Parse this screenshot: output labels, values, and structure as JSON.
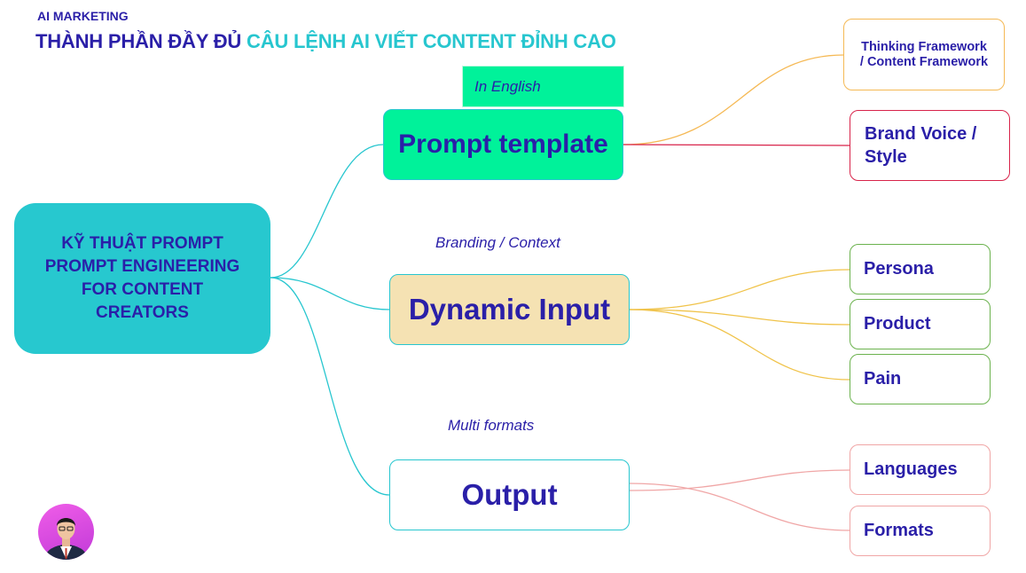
{
  "header": {
    "eyebrow": "AI MARKETING",
    "title_part1": "THÀNH PHẦN ĐẦY ĐỦ",
    "title_part2": "CÂU LỆNH AI VIẾT CONTENT ĐỈNH CAO"
  },
  "root": {
    "lines": [
      "KỸ THUẬT PROMPT",
      "PROMPT ENGINEERING",
      "FOR CONTENT",
      "CREATORS"
    ]
  },
  "branches": {
    "prompt": {
      "label": "Prompt template",
      "tag": "In English"
    },
    "dynamic": {
      "label": "Dynamic Input",
      "note": "Branding / Context"
    },
    "output": {
      "label": "Output",
      "note": "Multi formats"
    }
  },
  "leaves": {
    "thinking": [
      "Thinking Framework",
      "/ Content Framework"
    ],
    "brand": [
      "Brand Voice /",
      "Style"
    ],
    "persona": "Persona",
    "product": "Product",
    "pain": "Pain",
    "languages": "Languages",
    "formats": "Formats"
  },
  "colors": {
    "text": "#2a1fa8",
    "accent": "#27c6cf",
    "prompt_fill": "#00f29a",
    "dynamic_fill": "#f5e2b3",
    "link_root": "#27c6cf",
    "link_thinking": "#f5b955",
    "link_brand": "#d8234a",
    "link_dynamic": "#f0c34a",
    "link_output": "#f0a6a6"
  },
  "icons": {
    "avatar": "presenter-avatar"
  }
}
